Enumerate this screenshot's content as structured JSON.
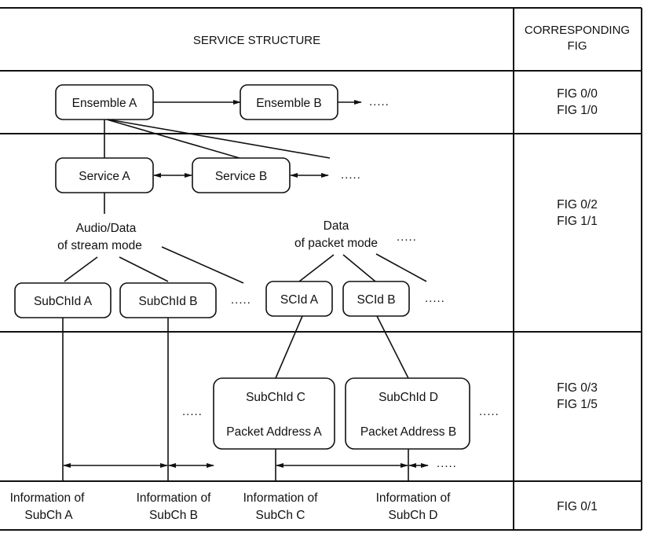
{
  "table": {
    "header": {
      "service_structure": "SERVICE STRUCTURE",
      "corresponding_fig_line1": "CORRESPONDING",
      "corresponding_fig_line2": "FIG"
    },
    "rows": [
      {
        "fig_line1": "FIG 0/0",
        "fig_line2": "FIG 1/0"
      },
      {
        "fig_line1": "FIG 0/2",
        "fig_line2": "FIG 1/1"
      },
      {
        "fig_line1": "FIG 0/3",
        "fig_line2": "FIG 1/5"
      },
      {
        "fig_line1": "FIG 0/1",
        "fig_line2": ""
      }
    ]
  },
  "nodes": {
    "ensemble_a": "Ensemble A",
    "ensemble_b": "Ensemble B",
    "service_a": "Service A",
    "service_b": "Service B",
    "stream_mode_line1": "Audio/Data",
    "stream_mode_line2": "of stream mode",
    "packet_mode_line1": "Data",
    "packet_mode_line2": "of packet mode",
    "subchid_a": "SubChId A",
    "subchid_b": "SubChId B",
    "scid_a": "SCId A",
    "scid_b": "SCId B",
    "subchid_c": "SubChId C",
    "packet_address_a": "Packet Address A",
    "subchid_d": "SubChId D",
    "packet_address_b": "Packet Address B"
  },
  "ellipsis": ".....",
  "info": [
    {
      "line1": "Information of",
      "line2": "SubCh A"
    },
    {
      "line1": "Information of",
      "line2": "SubCh B"
    },
    {
      "line1": "Information of",
      "line2": "SubCh C"
    },
    {
      "line1": "Information of",
      "line2": "SubCh D"
    }
  ]
}
